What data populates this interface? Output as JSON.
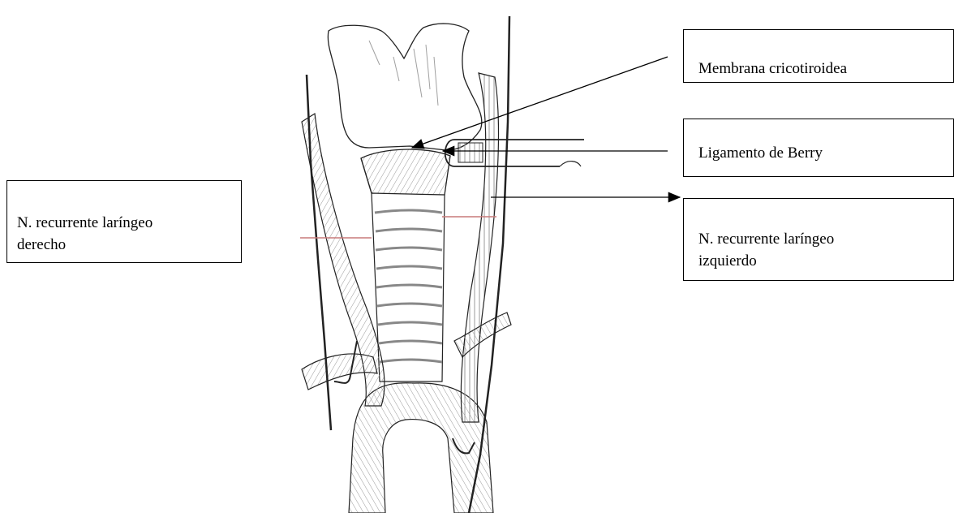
{
  "labels": {
    "membrana": "Membrana cricotiroidea",
    "berry": "Ligamento de Berry",
    "left_nerve_line1": "N. recurrente laríngeo",
    "left_nerve_line2": "izquierdo",
    "right_nerve_line1": "N. recurrente laríngeo",
    "right_nerve_line2": "derecho"
  },
  "colors": {
    "ink": "#222222",
    "hatch": "#9a9a9a",
    "nerve_marker": "#c87a7a"
  }
}
